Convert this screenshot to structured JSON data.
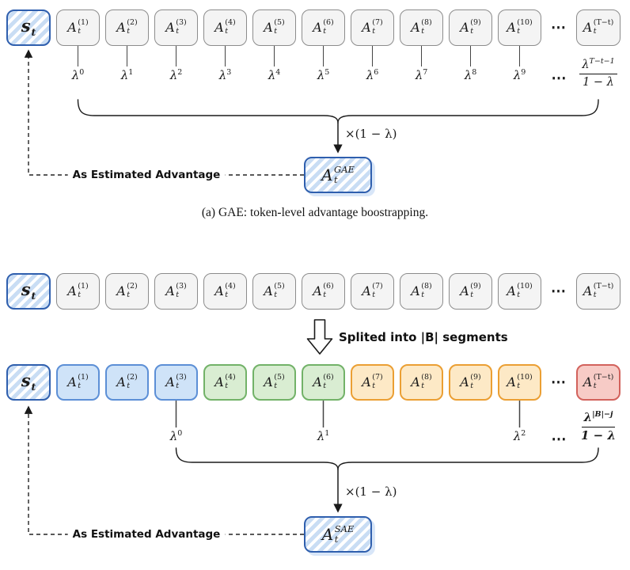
{
  "math": {
    "A": "A",
    "s": "s",
    "t": "t",
    "lambda": "λ",
    "ellipsis": "⋯",
    "times_label": "×(1 − λ)"
  },
  "tokens": {
    "sups": [
      "(1)",
      "(2)",
      "(3)",
      "(4)",
      "(5)",
      "(6)",
      "(7)",
      "(8)",
      "(9)",
      "(10)"
    ],
    "last_sup": "(T−t)"
  },
  "panel_a": {
    "lambda_exps": [
      "0",
      "1",
      "2",
      "3",
      "4",
      "5",
      "6",
      "7",
      "8",
      "9"
    ],
    "frac": {
      "num_exp": "T−t−1",
      "den": "1 − λ"
    },
    "result_sup": "GAE",
    "advantage_label": "As Estimated Advantage",
    "caption": "(a) GAE: token-level advantage boostrapping."
  },
  "panel_b": {
    "split_label": "Splited into |B| segments",
    "colored_tokens": [
      {
        "sup": "(1)",
        "color": "blue"
      },
      {
        "sup": "(2)",
        "color": "blue"
      },
      {
        "sup": "(3)",
        "color": "blue"
      },
      {
        "sup": "(4)",
        "color": "green"
      },
      {
        "sup": "(5)",
        "color": "green"
      },
      {
        "sup": "(6)",
        "color": "green"
      },
      {
        "sup": "(7)",
        "color": "orange"
      },
      {
        "sup": "(8)",
        "color": "orange"
      },
      {
        "sup": "(9)",
        "color": "orange"
      },
      {
        "sup": "(10)",
        "color": "orange"
      }
    ],
    "lambda_exps": [
      "0",
      "1",
      "2"
    ],
    "frac": {
      "num_exp": "|B|−j",
      "den": "1 − λ"
    },
    "result_sup": "SAE",
    "advantage_label": "As Estimated Advantage"
  },
  "colors": {
    "gray_fill": "#f4f4f4",
    "gray_border": "#8c8c8c",
    "accent_blue": "#2f5fae",
    "hatch_blue": "#c9ddf4",
    "blue_fill": "#cfe3f8",
    "blue_border": "#5c8fd6",
    "green_fill": "#d9edd2",
    "green_border": "#72b268",
    "orange_fill": "#fde9c6",
    "orange_border": "#eb9f33",
    "red_fill": "#f7cbc6",
    "red_border": "#d2625c"
  }
}
